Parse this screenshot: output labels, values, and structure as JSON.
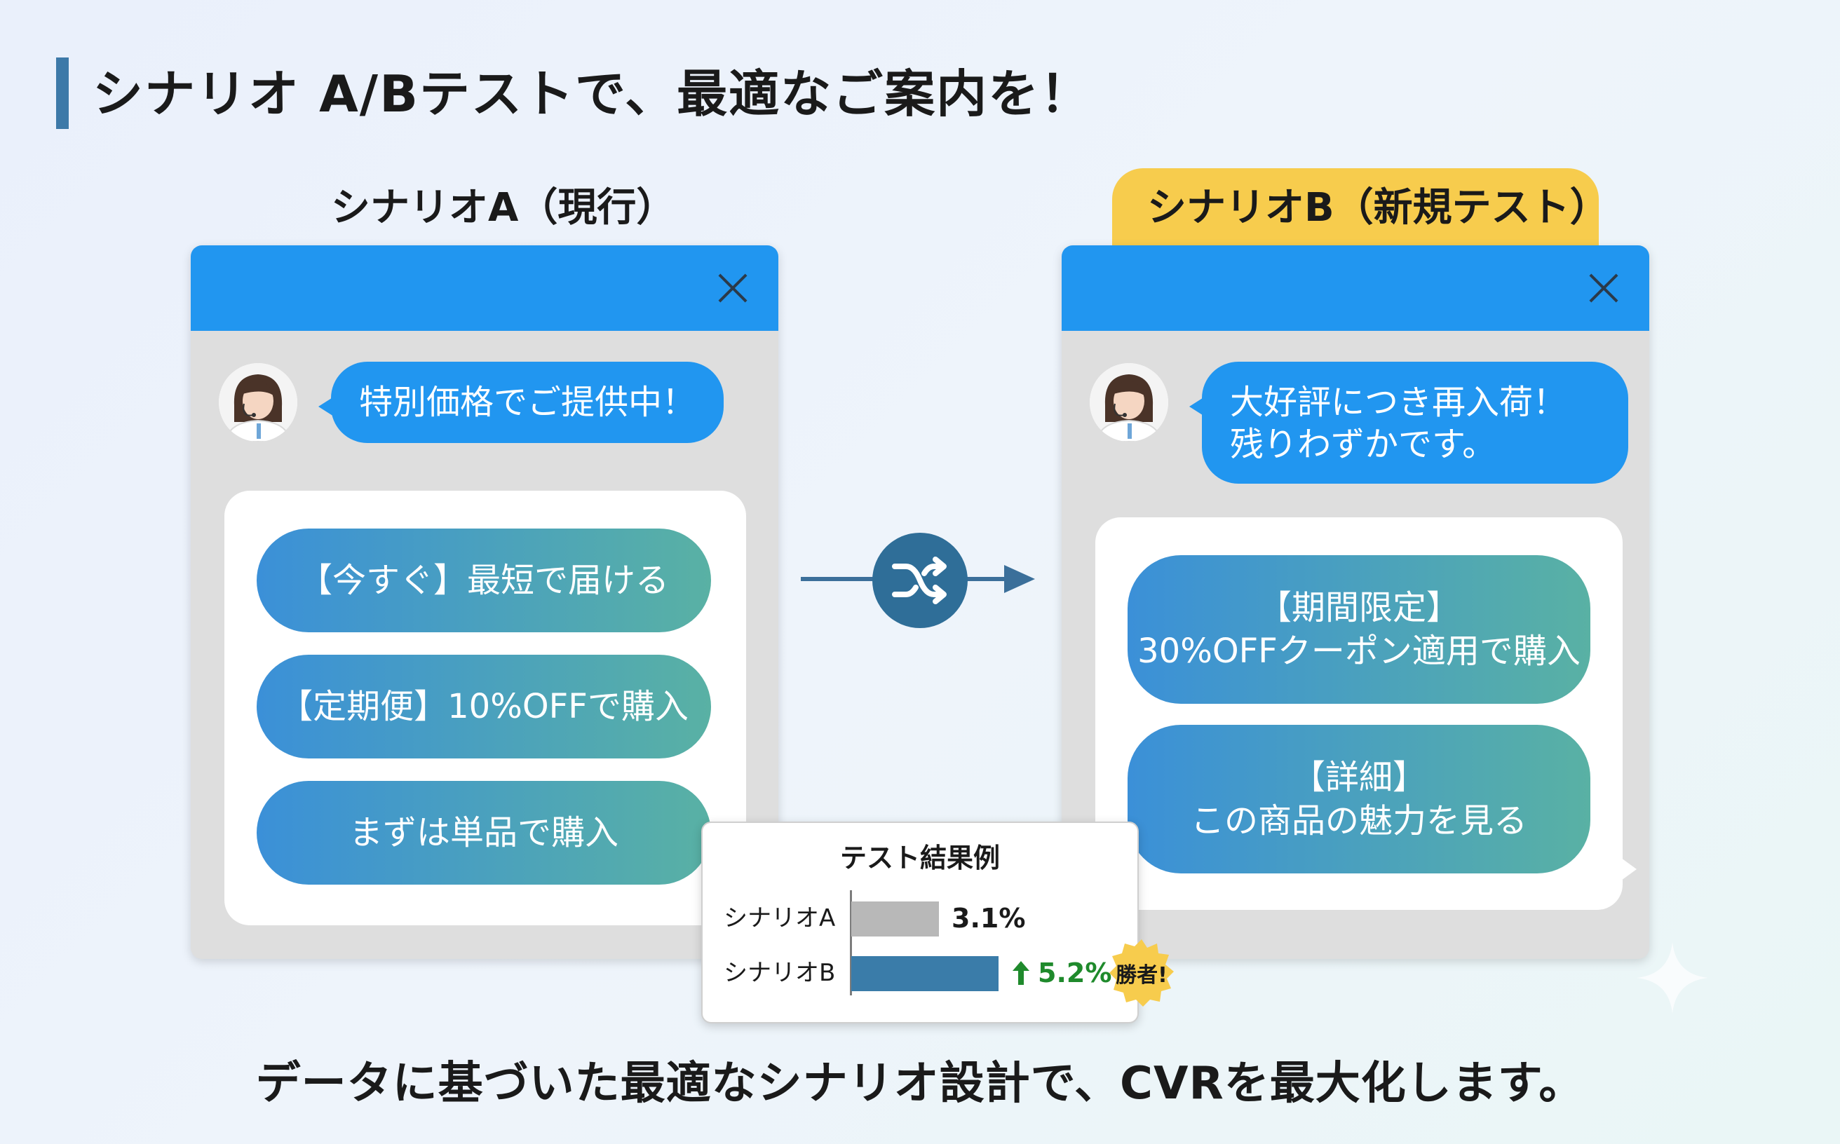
{
  "page": {
    "title": "シナリオ A/Bテストで、最適なご案内を！",
    "footer": "データに基づいた最適なシナリオ設計で、CVRを最大化します。"
  },
  "colors": {
    "window_header": "#2196f0",
    "bubble": "#2196f0",
    "button_gradient_start": "#3b90d8",
    "button_gradient_end": "#59b1a4",
    "tab_highlight": "#f7cc4d",
    "accent": "#3d79a8",
    "bar_a": "#b8b8b8",
    "bar_b": "#3a7ca9",
    "winner_green": "#1f8a2c",
    "badge": "#f7cc4d"
  },
  "scenario_a": {
    "label": "シナリオA（現行）",
    "bubble_lines": [
      "特別価格でご提供中！"
    ],
    "choices": [
      {
        "lines": [
          "【今すぐ】最短で届ける"
        ]
      },
      {
        "lines": [
          "【定期便】10%OFFで購入"
        ]
      },
      {
        "lines": [
          "まずは単品で購入"
        ]
      }
    ]
  },
  "scenario_b": {
    "label": "シナリオB（新規テスト）",
    "bubble_lines": [
      "大好評につき再入荷！",
      "残りわずかです。"
    ],
    "choices": [
      {
        "lines": [
          "【期間限定】",
          "30%OFFクーポン適用で購入"
        ]
      },
      {
        "lines": [
          "【詳細】",
          "この商品の魅力を見る"
        ]
      }
    ]
  },
  "flow_icon": "shuffle-icon",
  "test_results": {
    "title": "テスト結果例",
    "rows": [
      {
        "label": "シナリオA",
        "value": 3.1,
        "display": "3.1%"
      },
      {
        "label": "シナリオB",
        "value": 5.2,
        "display": "5.2%"
      }
    ],
    "winner_badge": "勝者!"
  },
  "icons": {
    "close": "close-icon",
    "avatar": "operator-avatar",
    "up": "up-arrow-icon",
    "sparkle": "sparkle-icon"
  }
}
